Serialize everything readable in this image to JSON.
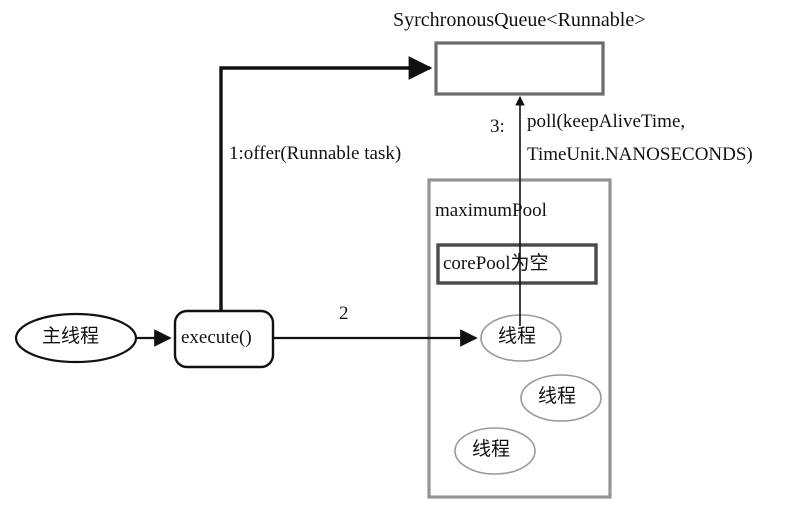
{
  "diagram": {
    "title": "Java ThreadPoolExecutor SynchronousQueue flow",
    "colors": {
      "stroke_black": "#111111",
      "stroke_gray": "#6b6b6b",
      "ellipse_gray": "#888888",
      "background": "#ffffff"
    },
    "queue": {
      "title": "SyrchronousQueue<Runnable>",
      "box_label": ""
    },
    "edges": {
      "offer": "1:offer(Runnable task)",
      "poll_number": "3:",
      "poll_line1": "poll(keepAliveTime,",
      "poll_line2": "TimeUnit.NANOSECONDS)",
      "step2": "2"
    },
    "pool": {
      "maximum_pool_label": "maximumPool",
      "core_pool_label": "corePool为空",
      "threads": [
        {
          "label": "线程"
        },
        {
          "label": "线程"
        },
        {
          "label": "线程"
        }
      ]
    },
    "caller": {
      "main_thread_label": "主线程",
      "execute_label": "execute()"
    }
  }
}
